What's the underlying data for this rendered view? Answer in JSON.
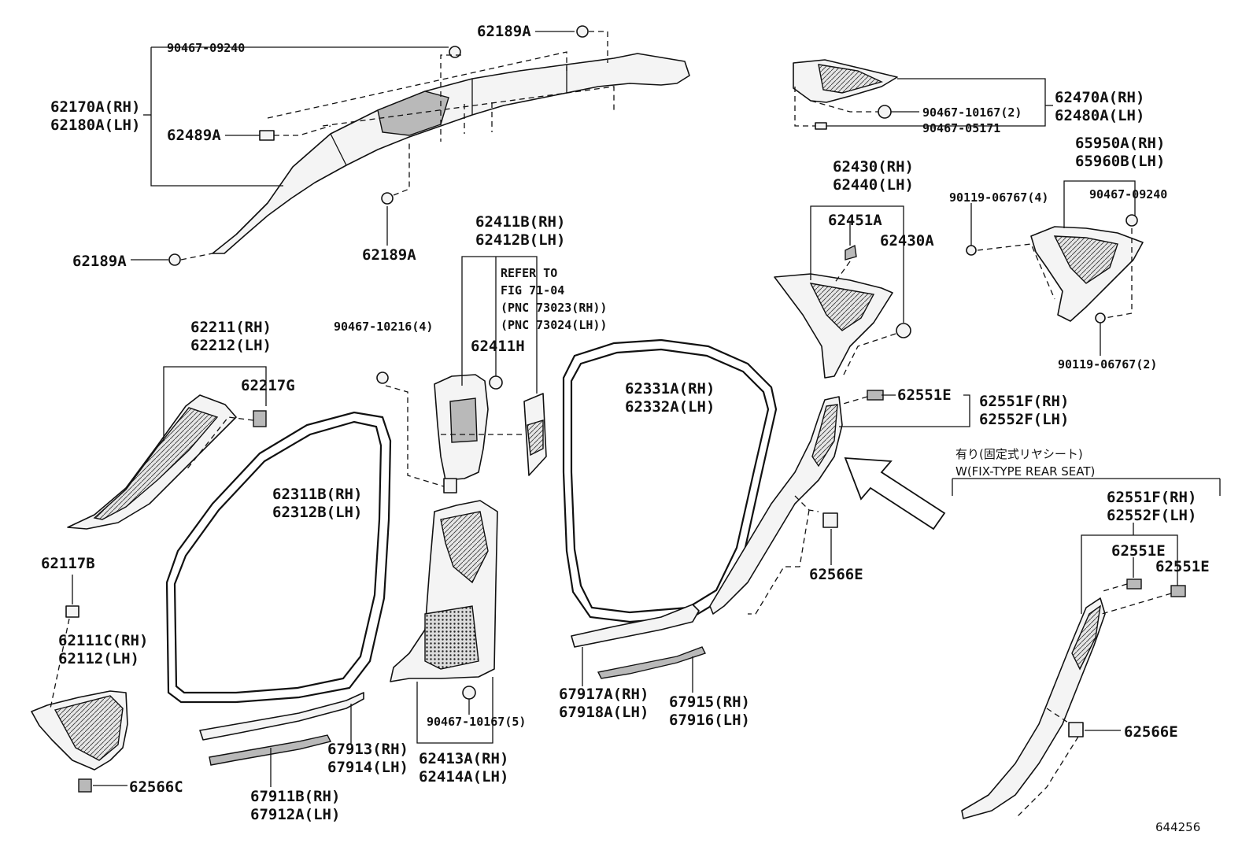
{
  "diagram": {
    "labels": {
      "p62189a_top": "62189A",
      "p90467_09240_a": "90467-09240",
      "p62170a": "62170A(RH)",
      "p62180a": "62180A(LH)",
      "p62489a": "62489A",
      "p62189a_mid": "62189A",
      "p62189a_left": "62189A",
      "p62470a": "62470A(RH)",
      "p62480a": "62480A(LH)",
      "p90467_10167_2": "90467-10167(2)",
      "p90467_05171": "90467-05171",
      "p65950a": "65950A(RH)",
      "p65960b": "65960B(LH)",
      "p62430": "62430(RH)",
      "p62440": "62440(LH)",
      "p62451a": "62451A",
      "p62430a": "62430A",
      "p90119_06767_4": "90119-06767(4)",
      "p90467_09240_b": "90467-09240",
      "p90119_06767_2": "90119-06767(2)",
      "p62411b": "62411B(RH)",
      "p62412b": "62412B(LH)",
      "refer1": "REFER TO",
      "refer2": "FIG 71-04",
      "refer3": "(PNC 73023(RH))",
      "refer4": "(PNC 73024(LH))",
      "p62411h": "62411H",
      "p90467_10216_4": "90467-10216(4)",
      "p62211": "62211(RH)",
      "p62212": "62212(LH)",
      "p62217g": "62217G",
      "p62311b": "62311B(RH)",
      "p62312b": "62312B(LH)",
      "p62331a": "62331A(RH)",
      "p62332a": "62332A(LH)",
      "p62551e_a": "62551E",
      "p62551f_a": "62551F(RH)",
      "p62552f_a": "62552F(LH)",
      "p62566e_a": "62566E",
      "note_jp": "有り(固定式リヤシート)",
      "note_en": "W(FIX-TYPE REAR SEAT)",
      "p62551f_b": "62551F(RH)",
      "p62552f_b": "62552F(LH)",
      "p62551e_b": "62551E",
      "p62551e_c": "62551E",
      "p62566e_b": "62566E",
      "p62117b": "62117B",
      "p62111c": "62111C(RH)",
      "p62112": "62112(LH)",
      "p62566c": "62566C",
      "p67913": "67913(RH)",
      "p67914": "67914(LH)",
      "p67911b": "67911B(RH)",
      "p67912a": "67912A(LH)",
      "p90467_10167_5": "90467-10167(5)",
      "p62413a": "62413A(RH)",
      "p62414a": "62414A(LH)",
      "p67917a": "67917A(RH)",
      "p67918a": "67918A(LH)",
      "p67915": "67915(RH)",
      "p67916": "67916(LH)",
      "fig_no": "644256"
    }
  }
}
